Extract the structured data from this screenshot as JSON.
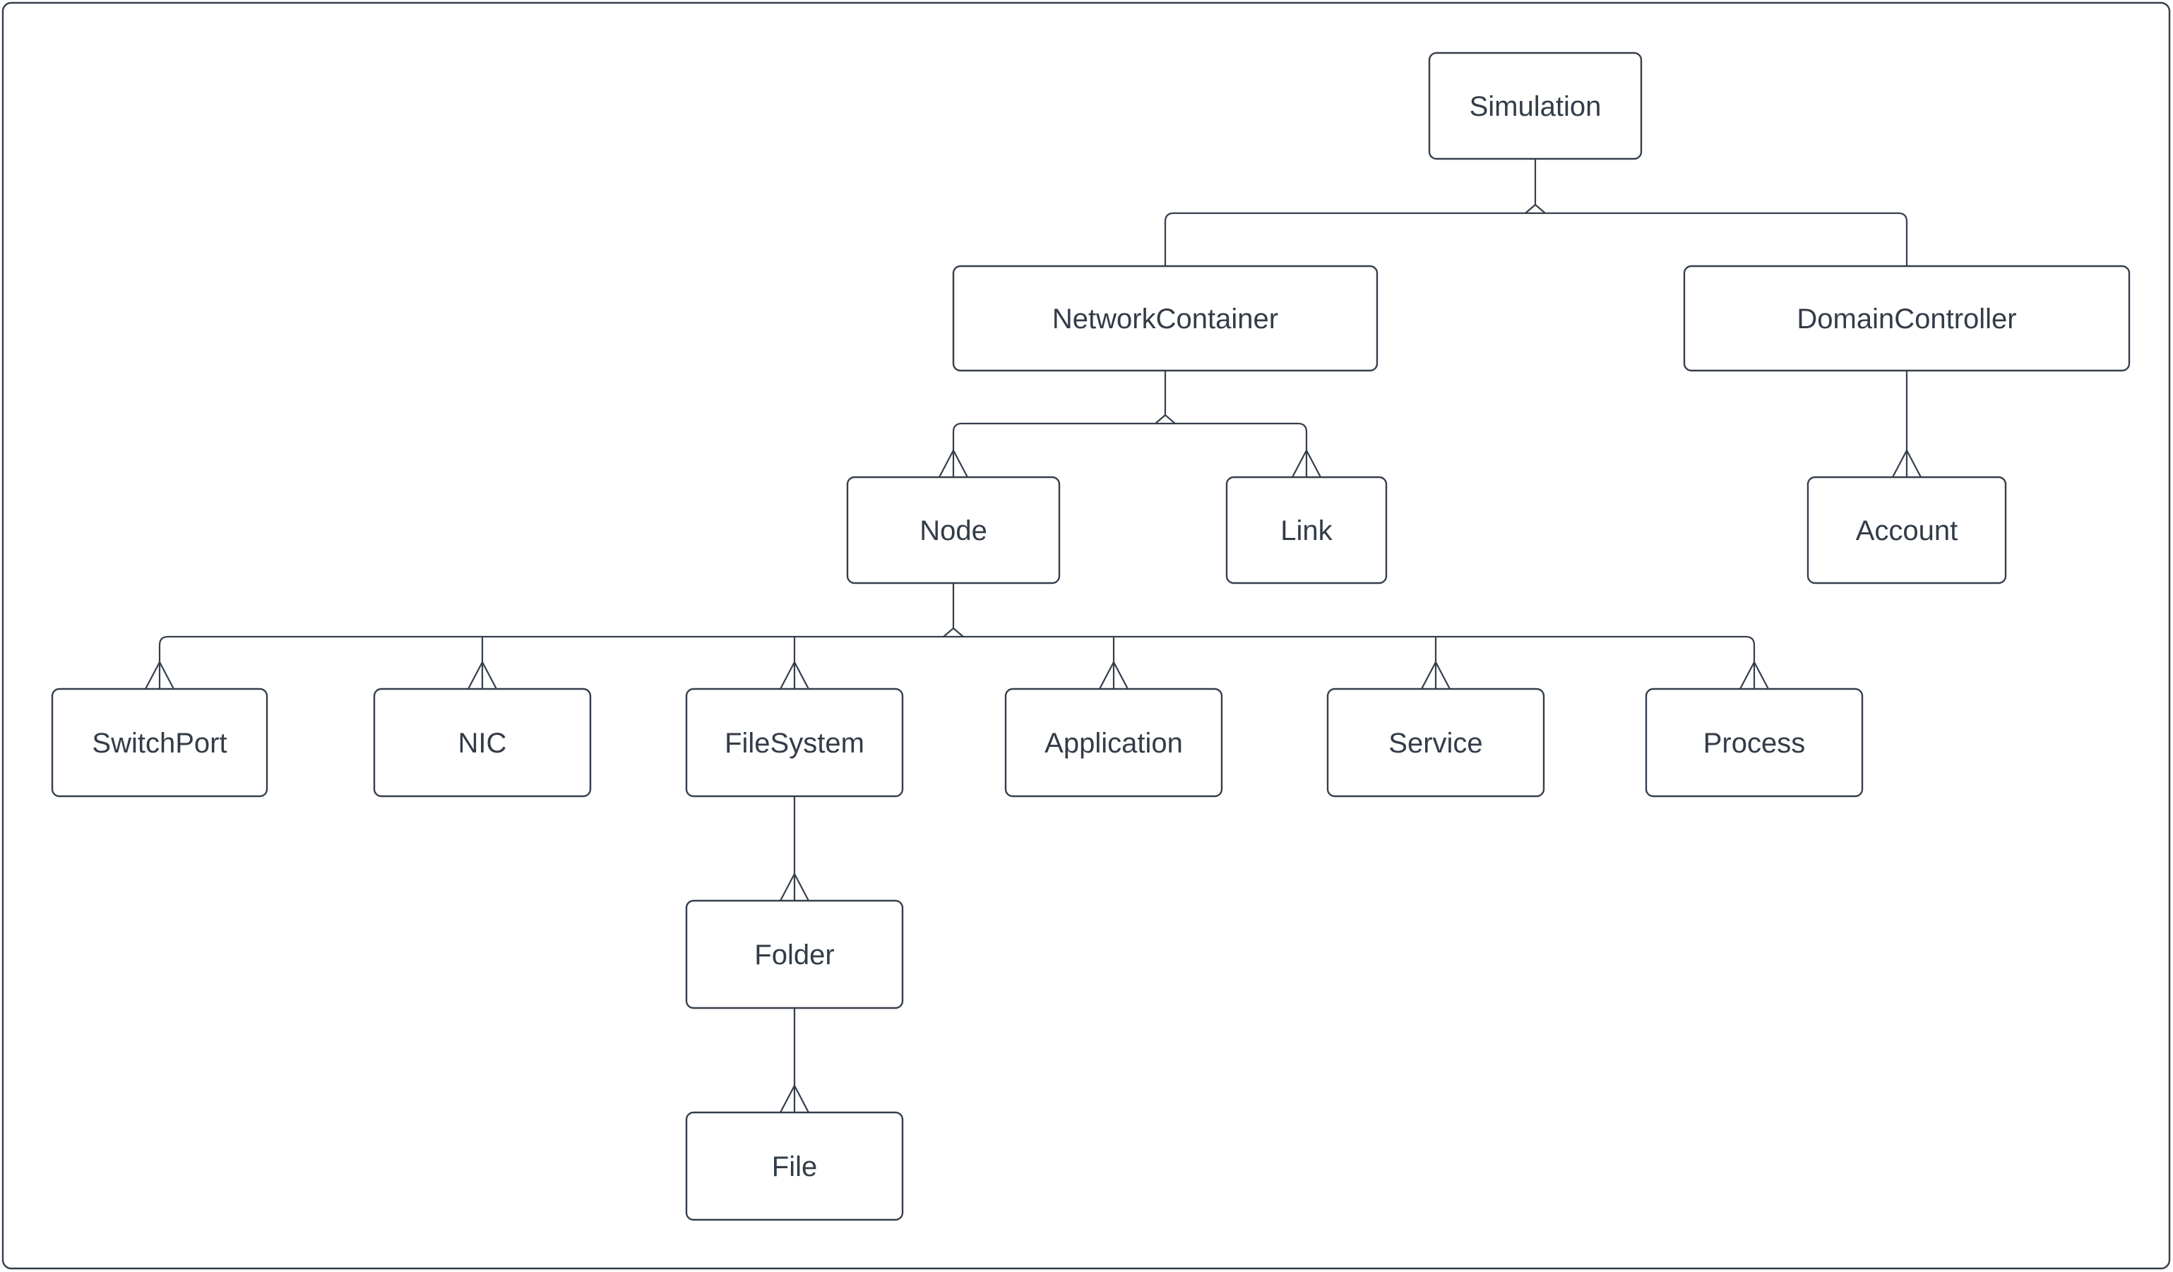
{
  "diagram": {
    "type": "hierarchy-tree",
    "colors": {
      "background": "#ffffff",
      "stroke": "#343e4c",
      "text": "#333c48"
    },
    "nodes": {
      "simulation": {
        "label": "Simulation"
      },
      "network_container": {
        "label": "NetworkContainer"
      },
      "domain_controller": {
        "label": "DomainController"
      },
      "node": {
        "label": "Node"
      },
      "link": {
        "label": "Link"
      },
      "account": {
        "label": "Account"
      },
      "switch_port": {
        "label": "SwitchPort"
      },
      "nic": {
        "label": "NIC"
      },
      "file_system": {
        "label": "FileSystem"
      },
      "application": {
        "label": "Application"
      },
      "service": {
        "label": "Service"
      },
      "process": {
        "label": "Process"
      },
      "folder": {
        "label": "Folder"
      },
      "file": {
        "label": "File"
      }
    },
    "edges": [
      {
        "from": "Simulation",
        "to": "NetworkContainer"
      },
      {
        "from": "Simulation",
        "to": "DomainController"
      },
      {
        "from": "NetworkContainer",
        "to": "Node"
      },
      {
        "from": "NetworkContainer",
        "to": "Link"
      },
      {
        "from": "DomainController",
        "to": "Account"
      },
      {
        "from": "Node",
        "to": "SwitchPort"
      },
      {
        "from": "Node",
        "to": "NIC"
      },
      {
        "from": "Node",
        "to": "FileSystem"
      },
      {
        "from": "Node",
        "to": "Application"
      },
      {
        "from": "Node",
        "to": "Service"
      },
      {
        "from": "Node",
        "to": "Process"
      },
      {
        "from": "FileSystem",
        "to": "Folder"
      },
      {
        "from": "Folder",
        "to": "File"
      }
    ]
  }
}
